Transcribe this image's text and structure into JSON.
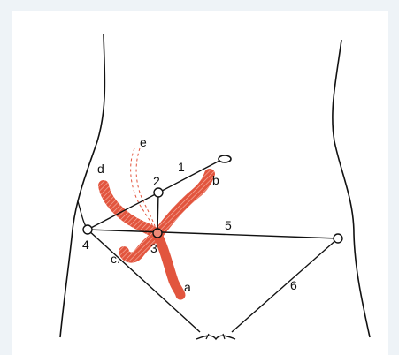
{
  "labels": {
    "l1": "1",
    "l2": "2",
    "l3": "3",
    "l4": "4",
    "l5": "5",
    "l6": "6",
    "la": "a",
    "lb": "b",
    "lc": "c.",
    "ld": "d",
    "le": "e"
  },
  "colors": {
    "background": "#eef3f7",
    "panel": "#ffffff",
    "outline": "#111111",
    "appendix": "#e2553e",
    "appendix_light": "#ec8a78"
  }
}
